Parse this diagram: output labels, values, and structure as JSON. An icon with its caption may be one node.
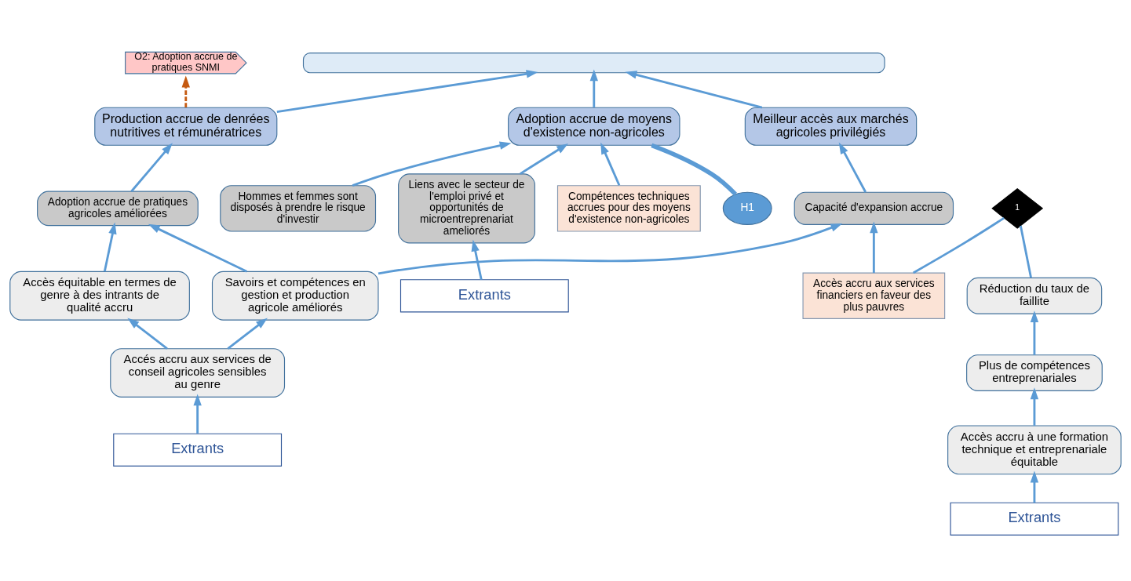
{
  "diagram": {
    "nodes": [
      {
        "text": [],
        "shape": "box"
      },
      {
        "text": [
          "Adoption accrue de moyens d'existence non-agricoles"
        ]
      },
      {
        "text": [
          "Meilleur accès aux marchés agricoles privilégiés"
        ]
      },
      {
        "text": [
          "Production accrue de denrées nutritives et rémunératrices"
        ]
      },
      {
        "text": [
          "H1"
        ]
      },
      {
        "text": [
          "Hommes et femmes sont disposés à prendre le risque d'investir"
        ]
      },
      {
        "text": [
          "Capacité d'expansion accrue"
        ]
      },
      {
        "text": [
          "Adoption accrue de pratiques agricoles améliorées"
        ]
      },
      {
        "text": [
          "O2: Adoption accrue de pratiques SNMI"
        ]
      },
      {
        "text": [
          "Compétences techniques accrues pour des moyens d'existence non-agricoles"
        ]
      },
      {
        "text": [
          "Liens avec le secteur de l'emploi privé et opportunités de microentreprenariat ameliorés"
        ]
      },
      {
        "text": [
          "1"
        ]
      },
      {
        "text": [
          "Réduction du taux de faillite"
        ]
      },
      {
        "text": [
          "Savoirs et compétences en gestion et production agricole améliorés"
        ]
      },
      {
        "text": [
          "Accès équitable en termes de genre à des intrants de qualité accru"
        ]
      },
      {
        "text": [
          "Extrants"
        ]
      },
      {
        "text": [
          "Plus de compétences entreprenariales"
        ]
      },
      {
        "text": [
          "Accès accru à une formation technique et entreprenariale équitable"
        ]
      },
      {
        "text": [
          "Accès accru aux services financiers en faveur des plus pauvres"
        ]
      },
      {
        "text": [
          "Accés accru aux services de conseil agricoles sensibles au genre"
        ]
      },
      {
        "text": [
          "Extrants"
        ]
      },
      {
        "text": [
          "Extrants"
        ]
      }
    ],
    "edges": [
      {
        "from": 1,
        "to": 0,
        "arrow": "to"
      },
      {
        "from": 2,
        "to": 0,
        "arrow": "to"
      },
      {
        "from": 3,
        "to": 0,
        "arrow": "to"
      },
      {
        "from": 3,
        "to": 8,
        "arrow": "to",
        "style": "dashed",
        "color": "#c55a11"
      },
      {
        "from": 4,
        "to": 1,
        "arrow": "none",
        "style": "thick"
      },
      {
        "from": 9,
        "to": 1,
        "arrow": "to"
      },
      {
        "from": 10,
        "to": 1,
        "arrow": "to"
      },
      {
        "from": 5,
        "to": 1,
        "arrow": "to"
      },
      {
        "from": 6,
        "to": 2,
        "arrow": "to"
      },
      {
        "from": 7,
        "to": 3,
        "arrow": "to"
      },
      {
        "from": 12,
        "to": 11,
        "arrow": "none"
      },
      {
        "from": 18,
        "to": 11,
        "arrow": "none"
      },
      {
        "from": 18,
        "to": 6,
        "arrow": "to"
      },
      {
        "from": 13,
        "to": 6,
        "arrow": "to"
      },
      {
        "from": 13,
        "to": 7,
        "arrow": "to"
      },
      {
        "from": 14,
        "to": 7,
        "arrow": "to"
      },
      {
        "from": 15,
        "to": 10,
        "arrow": "to"
      },
      {
        "from": 16,
        "to": 12,
        "arrow": "to"
      },
      {
        "from": 17,
        "to": 16,
        "arrow": "to"
      },
      {
        "from": 20,
        "to": 17,
        "arrow": "to"
      },
      {
        "from": 19,
        "to": 13,
        "arrow": "to"
      },
      {
        "from": 19,
        "to": 14,
        "arrow": "to"
      },
      {
        "from": 21,
        "to": 19,
        "arrow": "to"
      }
    ]
  }
}
